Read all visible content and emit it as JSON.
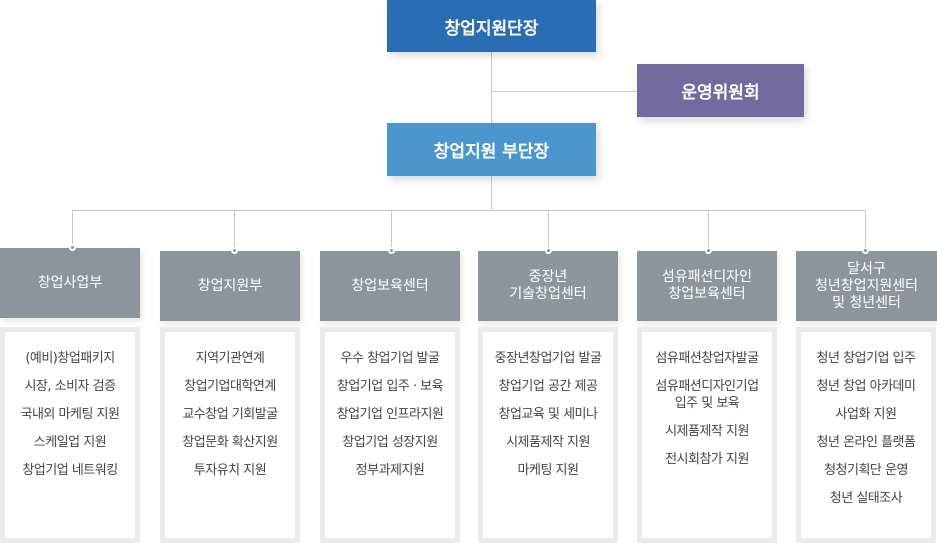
{
  "top": {
    "head": "창업지원단장",
    "committee": "운영위원회",
    "vice_head": "창업지원 부단장"
  },
  "colors": {
    "head": "#2a6db3",
    "committee": "#736ba0",
    "vice_head": "#4b96cc",
    "department": "#8c959d",
    "connector": "#c8c8c8"
  },
  "departments": [
    {
      "name": "창업사업부",
      "items": [
        "(예비)창업패키지",
        "시장, 소비자 검증",
        "국내외 마케팅 지원",
        "스케일업 지원",
        "창업기업 네트워킹"
      ]
    },
    {
      "name": "창업지원부",
      "items": [
        "지역기관연계",
        "창업기업대학연계",
        "교수창업 기회발굴",
        "창업문화 확산지원",
        "투자유치 지원"
      ]
    },
    {
      "name": "창업보육센터",
      "items": [
        "우수 창업기업 발굴",
        "창업기업 입주 · 보육",
        "창업기업 인프라지원",
        "창업기업  성장지원",
        "정부과제지원"
      ]
    },
    {
      "name": "중장년\n기술창업센터",
      "items": [
        "중장년창업기업 발굴",
        "창업기업 공간 제공",
        "창업교육 및 세미나",
        "시제품제작 지원",
        "마케팅 지원"
      ]
    },
    {
      "name": "섬유패션디자인\n창업보육센터",
      "items": [
        "섬유패션창업자발굴",
        "섬유패션디자인기업\n입주 및 보육",
        "시제품제작 지원",
        "전시회참가 지원"
      ]
    },
    {
      "name": "달서구\n청년창업지원센터\n및 청년센터",
      "items": [
        "청년 창업기업 입주",
        "청년 창업 아카데미",
        "사업화 지원",
        "청년 온라인 플랫폼",
        "청청기획단 운영",
        "청년 실태조사"
      ]
    }
  ]
}
